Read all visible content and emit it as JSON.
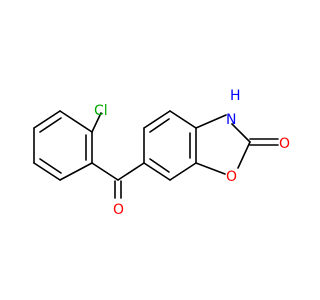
{
  "molecule": {
    "atoms": {
      "cl": {
        "text": "Cl",
        "color": "#00aa00"
      },
      "o_carbonyl": {
        "text": "O",
        "color": "#ff0000"
      },
      "nh": {
        "text": "H",
        "color": "#0000ff"
      },
      "n": {
        "text": "N",
        "color": "#0000ff"
      },
      "o_ring": {
        "text": "O",
        "color": "#ff0000"
      },
      "o_ketone": {
        "text": "O",
        "color": "#ff0000"
      }
    },
    "bond_color": "#000000"
  }
}
